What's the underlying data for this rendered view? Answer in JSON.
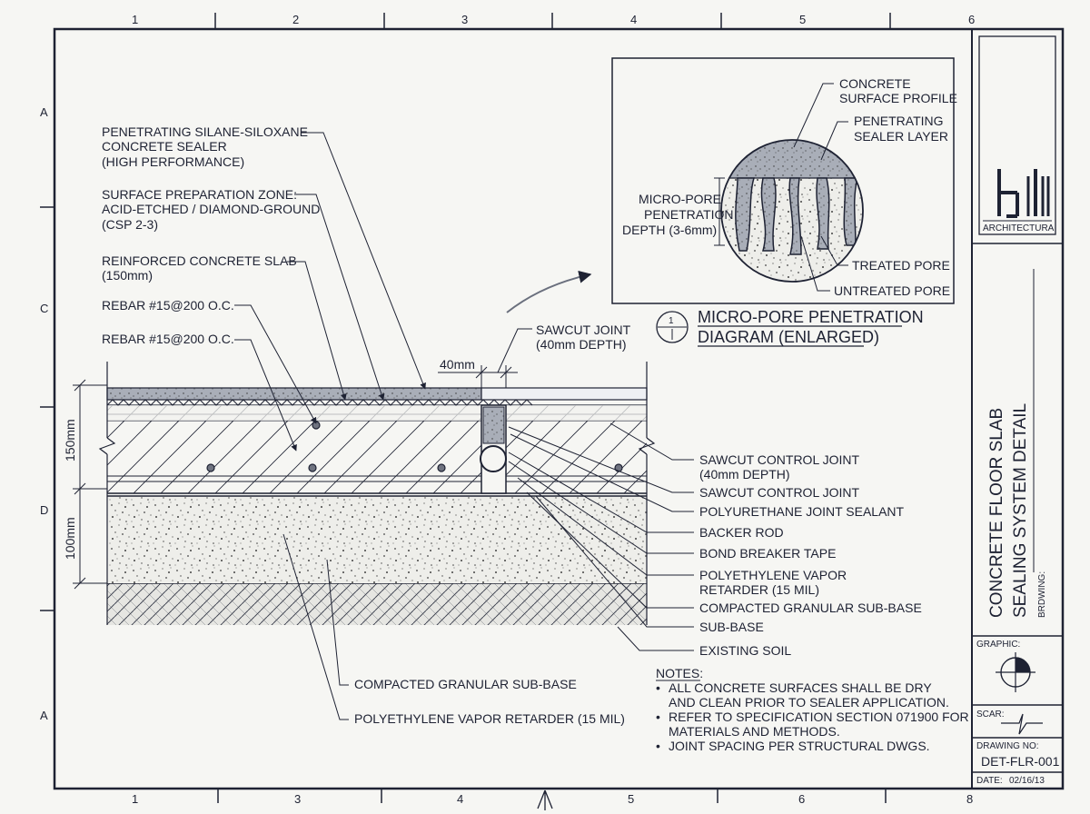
{
  "grid": {
    "top": [
      "1",
      "2",
      "3",
      "4",
      "5",
      "6"
    ],
    "bottom": [
      "1",
      "3",
      "4",
      "5",
      "6",
      "8"
    ],
    "left": [
      "A",
      "C",
      "D",
      "A"
    ]
  },
  "section_labels": {
    "sealer": [
      "PENETRATING SILANE-SILOXANE",
      "CONCRETE SEALER",
      "(HIGH PERFORMANCE)"
    ],
    "surface_prep": [
      "SURFACE PREPARATION ZONE:",
      "ACID-ETCHED / DIAMOND-GROUND",
      "(CSP 2-3)"
    ],
    "slab": [
      "REINFORCED CONCRETE SLAB",
      "(150mm)"
    ],
    "rebar_1": "REBAR #15@200 O.C.",
    "rebar_2": "REBAR #15@200 O.C.",
    "sawcut_top": [
      "SAWCUT JOINT",
      "(40mm DEPTH)"
    ],
    "dim_40": "40mm",
    "dim_150": "150mm",
    "dim_100": "100mm",
    "subbase_bottom": "COMPACTED GRANULAR SUB-BASE",
    "vapor_bottom": "POLYETHYLENE VAPOR RETARDER (15 MIL)"
  },
  "right_labels": [
    [
      "SAWCUT CONTROL JOINT",
      "(40mm DEPTH)"
    ],
    [
      "SAWCUT CONTROL JOINT"
    ],
    [
      "POLYURETHANE JOINT SEALANT"
    ],
    [
      "BACKER ROD"
    ],
    [
      "BOND BREAKER TAPE"
    ],
    [
      "POLYETHYLENE VAPOR",
      "RETARDER (15 MIL)"
    ],
    [
      "COMPACTED GRANULAR SUB-BASE"
    ],
    [
      "SUB-BASE"
    ],
    [
      "EXISTING SOIL"
    ]
  ],
  "inset": {
    "concrete_profile": [
      "CONCRETE",
      "SURFACE PROFILE"
    ],
    "sealer_layer": [
      "PENETRATING",
      "SEALER LAYER"
    ],
    "micro_pore": [
      "MICRO-PORE",
      "PENETRATION",
      "DEPTH (3-6mm)"
    ],
    "treated": "TREATED PORE",
    "untreated": "UNTREATED PORE",
    "callout_number": "1",
    "title": [
      "MICRO-PORE PENETRATION",
      "DIAGRAM (ENLARGED)"
    ]
  },
  "notes": {
    "heading": "NOTES:",
    "items": [
      [
        "ALL CONCRETE SURFACES SHALL BE DRY",
        "AND CLEAN PRIOR TO SEALER APPLICATION."
      ],
      [
        "REFER TO SPECIFICATION SECTION 071900 FOR",
        "MATERIALS AND METHODS."
      ],
      [
        "JOINT SPACING PER STRUCTURAL DWGS."
      ]
    ]
  },
  "title_block": {
    "firm": "ARCHITECTURA",
    "drawing_title": [
      "CONCRETE FLOOR SLAB",
      "SEALING SYSTEM DETAIL"
    ],
    "drawing_label": "BRDWING:",
    "graphic_label": "GRAPHIC:",
    "scale_label": "SCAR:",
    "drawing_no_label": "DRAWING NO:",
    "drawing_no": "DET-FLR-001",
    "date_label": "DATE:",
    "date": "02/16/13"
  },
  "colors": {
    "ink": "#1e2233",
    "paper": "#f6f6f3",
    "sealer_fill": "#a9aeb8",
    "joint_fill": "#c9ccd2"
  }
}
